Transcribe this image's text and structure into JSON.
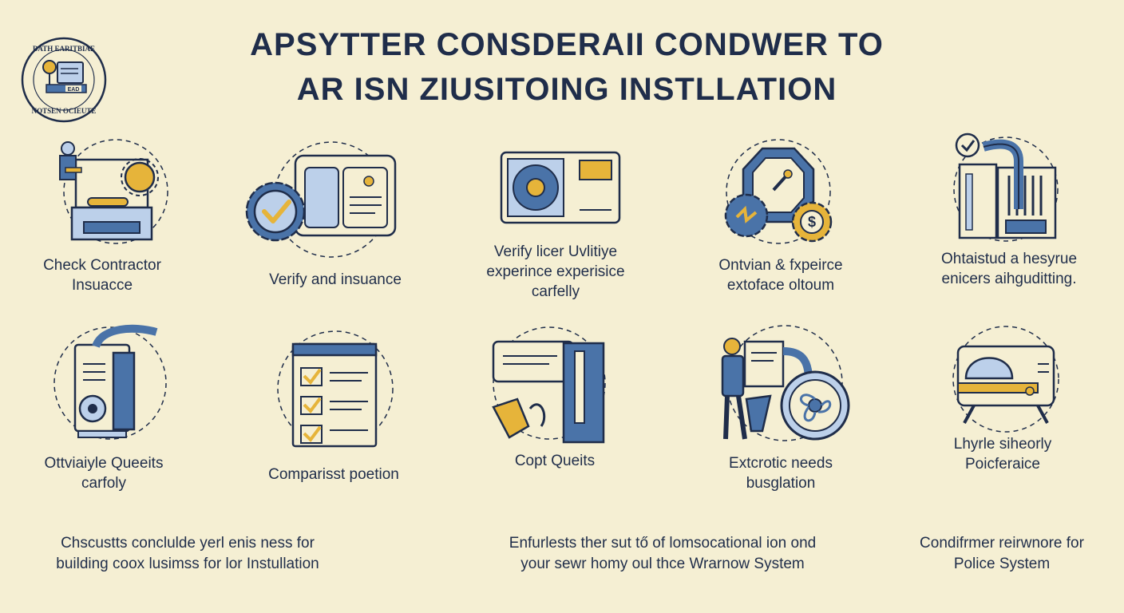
{
  "logo": {
    "line1": "DATH EARITBIAE",
    "line2": "NOTSEN OCIEUTE",
    "badge": "EAD"
  },
  "title": {
    "line1": "APSYTTER CONSDERAII CONDWER TO",
    "line2": "AR ISN ZIUSITOING INSTLLATION"
  },
  "items": [
    {
      "icon": "contractor-machine-icon",
      "lines": [
        "Check Contractor",
        "Insuacce"
      ]
    },
    {
      "icon": "checkmark-gear-panel-icon",
      "lines": [
        "Verify and insuance"
      ]
    },
    {
      "icon": "outdoor-ac-unit-icon",
      "lines": [
        "Verify licer Uvlitiye",
        "experince experisice",
        "carfelly"
      ]
    },
    {
      "icon": "gear-dollar-icon",
      "lines": [
        "Ontvian & fxpeirce",
        "extoface oltoum"
      ]
    },
    {
      "icon": "ductwork-check-icon",
      "lines": [
        "Ohtaistud a hesyrue",
        "enicers aihguditting."
      ]
    },
    {
      "icon": "ac-cabinet-icon",
      "lines": [
        "Ottviaiyle Queeits",
        "carfoly"
      ]
    },
    {
      "icon": "checklist-clipboard-icon",
      "lines": [
        "Comparisst poetion"
      ]
    },
    {
      "icon": "indoor-unit-tower-icon",
      "lines": [
        "Copt Queits"
      ]
    },
    {
      "icon": "technician-fan-icon",
      "lines": [
        "Extcrotic needs",
        "busglation"
      ]
    },
    {
      "icon": "thermostat-unit-icon",
      "lines": [
        "Lhyrle siheorly",
        "Poicferaice"
      ]
    }
  ],
  "footer": [
    {
      "lines": [
        "Chscustts conclulde yerl enis ness for",
        "building coox lusimss for lor Instullation"
      ]
    },
    {
      "lines": [
        "Enfurlests ther sut tő of lomsocational ion ond",
        "your sewr homy oul thce Wrarnow System"
      ]
    },
    {
      "lines": [
        "Condifrmer reirwnore for",
        "Police System"
      ]
    }
  ],
  "colors": {
    "background": "#f5efd3",
    "navy": "#1f2d4a",
    "blue": "#4a73a8",
    "light_blue": "#bcd0ea",
    "gold": "#e6b43a"
  }
}
